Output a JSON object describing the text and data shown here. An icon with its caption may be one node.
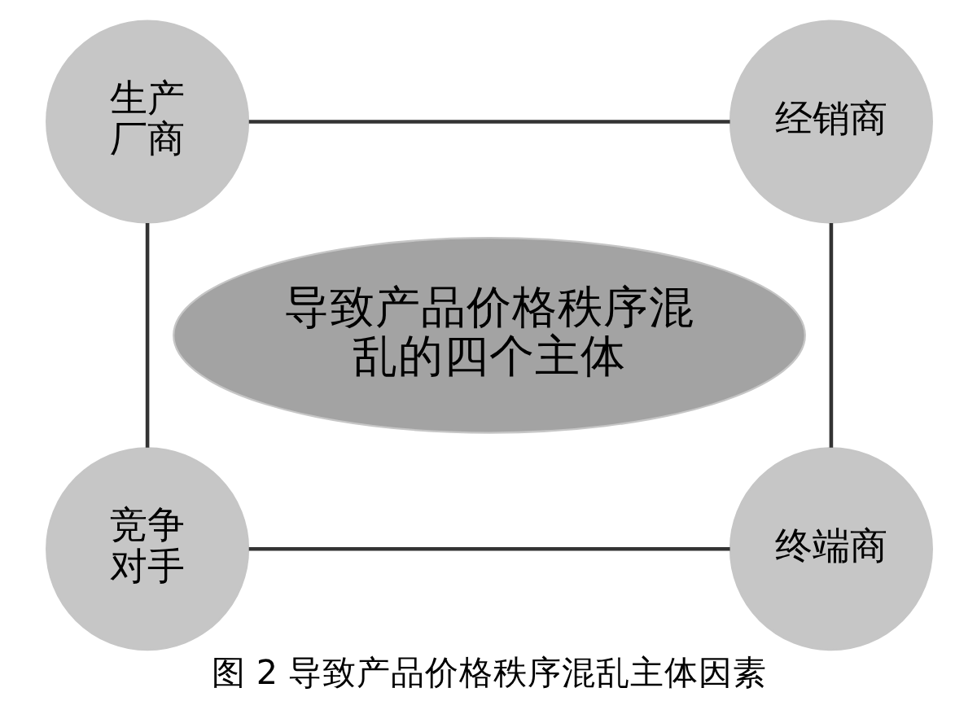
{
  "diagram": {
    "caption": "图 2 导致产品价格秩序混乱主体因素",
    "nodes": [
      {
        "text": [
          "生产厂商"
        ]
      },
      {
        "text": [
          "经销商"
        ]
      },
      {
        "text": [
          "导致产品价格秩序混乱的四个主体"
        ]
      },
      {
        "text": [
          "竞争对手"
        ]
      },
      {
        "text": [
          "终端商"
        ]
      }
    ],
    "edges": [
      {
        "from": 0,
        "to": 1,
        "arrow": "none"
      },
      {
        "from": 0,
        "to": 3,
        "arrow": "none"
      },
      {
        "from": 1,
        "to": 4,
        "arrow": "none"
      },
      {
        "from": 3,
        "to": 4,
        "arrow": "none"
      }
    ]
  }
}
